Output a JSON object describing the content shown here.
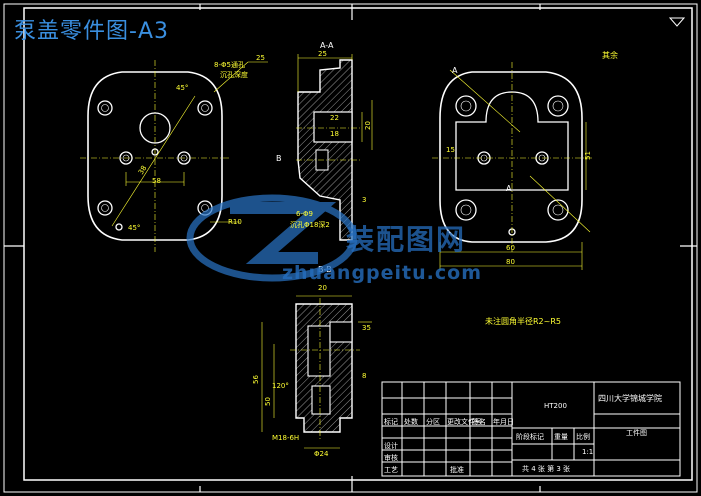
{
  "title": "泵盖零件图-A3",
  "watermark": {
    "name": "装配图网",
    "url": "zhuangpeitu.com"
  },
  "section_labels": {
    "aa": "A-A",
    "bb": "B-B"
  },
  "notes": {
    "surface": "其余",
    "fillet": "未注圆角半径R2~R5"
  },
  "view_markers": {
    "a": "A",
    "b": "B"
  },
  "dimensions": {
    "holes_top": "8-Φ5通孔",
    "holes_sub": "沉孔深度",
    "angle_45_top": "45°",
    "angle_45_bottom": "45°",
    "r10": "R10",
    "d58": "58",
    "d25": "25",
    "d35": "35",
    "d38": "38",
    "d51": "51",
    "d80": "80",
    "d60": "60",
    "d20": "20",
    "d15": "15",
    "d3": "3",
    "d18": "18",
    "d22": "22",
    "d8": "8",
    "d50": "50",
    "d56": "56",
    "d120": "120°",
    "m18": "M18-6H",
    "d24": "Φ24",
    "d_holes": "6-Φ9",
    "d_holes2": "沉孔Φ18深2"
  },
  "title_block": {
    "drawing_name": "HT200",
    "school": "四川大学锦城学院",
    "part": "工件图",
    "scale": "1:1",
    "sheet": "共 4 张  第 3 张",
    "rows": [
      "标记",
      "处数",
      "分区",
      "更改文件号",
      "签名",
      "年月日"
    ],
    "design": "设计",
    "check": "审核",
    "process": "工艺",
    "approve": "批准",
    "stage": "阶段标记",
    "weight": "重量",
    "ratio": "比例"
  }
}
